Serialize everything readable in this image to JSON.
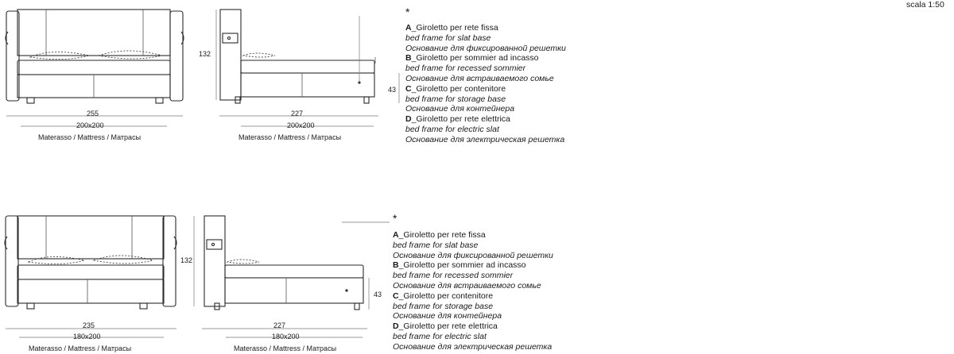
{
  "scale": "scala 1:50",
  "configs": [
    {
      "front": {
        "width_dim": "255",
        "mattress_dim": "200x200",
        "mattress_label": "Materasso / Mattress / Матрасы"
      },
      "side": {
        "height_dim": "132",
        "length_dim": "227",
        "mattress_dim": "200x200",
        "mattress_label": "Materasso / Mattress / Матрасы",
        "frame_dim": "43"
      },
      "legend": {
        "marker": "*",
        "items": [
          {
            "code": "A",
            "title": "_Giroletto per rete fissa",
            "en": "bed frame for slat base",
            "ru": "Основание для фиксированной решетки"
          },
          {
            "code": "B",
            "title": "_Giroletto per sommier ad incasso",
            "en": "bed frame for recessed sommier",
            "ru": "Основание для встраиваемого сомье"
          },
          {
            "code": "C",
            "title": "_Giroletto per contenitore",
            "en": "bed frame for storage base",
            "ru": "Основание для контейнера"
          },
          {
            "code": "D",
            "title": "_Giroletto per rete elettrica",
            "en": "bed frame for electric slat",
            "ru": "Основание для электрическая решетка"
          }
        ]
      }
    },
    {
      "front": {
        "width_dim": "235",
        "mattress_dim": "180x200",
        "mattress_label": "Materasso / Mattress / Матрасы"
      },
      "side": {
        "height_dim": "132",
        "length_dim": "227",
        "mattress_dim": "180x200",
        "mattress_label": "Materasso / Mattress / Матрасы",
        "frame_dim": "43"
      },
      "legend": {
        "marker": "*",
        "items": [
          {
            "code": "A",
            "title": "_Giroletto per rete fissa",
            "en": "bed frame for slat base",
            "ru": "Основание для фиксированной решетки"
          },
          {
            "code": "B",
            "title": "_Giroletto per sommier ad incasso",
            "en": "bed frame for recessed sommier",
            "ru": "Основание для встраиваемого сомье"
          },
          {
            "code": "C",
            "title": "_Giroletto per contenitore",
            "en": "bed frame for storage base",
            "ru": "Основание для контейнера"
          },
          {
            "code": "D",
            "title": "_Giroletto per rete elettrica",
            "en": "bed frame for electric slat",
            "ru": "Основание для электрическая решетка"
          }
        ]
      }
    }
  ]
}
